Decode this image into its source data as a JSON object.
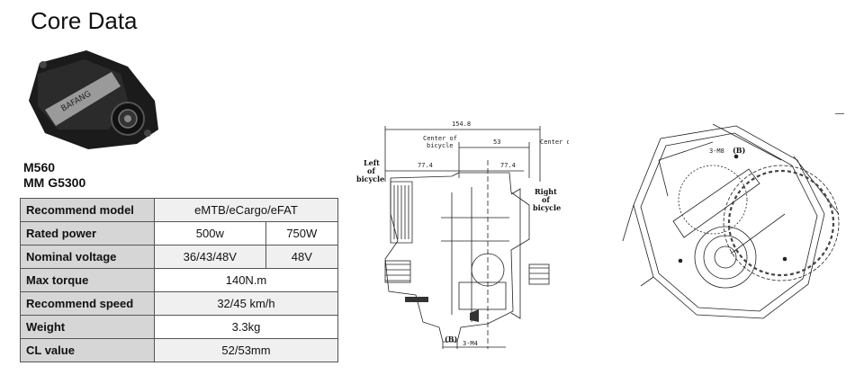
{
  "header": {
    "title": "Core Data"
  },
  "product": {
    "model_line1": "M560",
    "model_line2": "MM G5300",
    "brand_text": "BAFANG"
  },
  "specs": {
    "rows": [
      {
        "label": "Recommend model",
        "value": "eMTB/eCargo/eFAT"
      },
      {
        "label": "Rated power",
        "value_a": "500w",
        "value_b": "750W"
      },
      {
        "label": "Nominal voltage",
        "value_a": "36/43/48V",
        "value_b": "48V"
      },
      {
        "label": "Max  torque",
        "value": "140N.m"
      },
      {
        "label": "Recommend speed",
        "value": "32/45 km/h"
      },
      {
        "label": "Weight",
        "value": "3.3kg"
      },
      {
        "label": "CL value",
        "value": "52/53mm"
      }
    ]
  },
  "drawing_side": {
    "dim_total": "154.8",
    "center_label_1": "Center of",
    "center_label_2": "bicycle",
    "dim_53": "53",
    "tooth_plate_label": "Center of bicycle Tooth plate",
    "dim_left": "77.4",
    "dim_right": "77.4",
    "left_label_1": "Left",
    "left_label_2": "of",
    "left_label_3": "bicycle",
    "right_label_1": "Right",
    "right_label_2": "of",
    "right_label_3": "bicycle",
    "section_b": "(B)",
    "bolt_spec": "3-M4"
  },
  "drawing_front": {
    "section_b": "(B)",
    "bolt_spec": "3-M8"
  }
}
